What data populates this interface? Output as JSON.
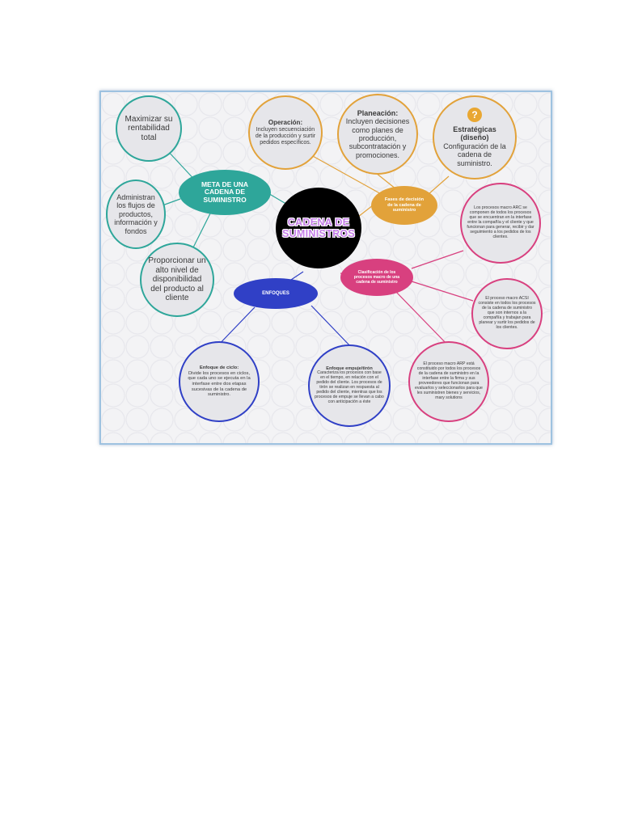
{
  "center": {
    "title": "CADENA DE SUMINISTROS"
  },
  "meta": {
    "title": "META DE UNA CADENA DE SUMINISTRO",
    "items": [
      "Maximizar su rentabilidad total",
      "Administran los flujos de productos, información y fondos",
      "Proporcionar un alto nivel de disponibilidad del producto al cliente"
    ]
  },
  "fases": {
    "title": "Fases de decisión de la cadena de suministro",
    "operacion": {
      "title": "Operación:",
      "text": "Incluyen secuenciación de la producción y surtir pedidos específicos."
    },
    "planeacion": {
      "title": "Planeación:",
      "text": "Incluyen decisiones como planes de producción, subcontratación y promociones."
    },
    "estrategicas": {
      "icon": "question-icon",
      "icon_glyph": "?",
      "title": "Estratégicas (diseño)",
      "text": "Configuración de la cadena de suministro."
    }
  },
  "clasificacion": {
    "title": "Clasificación de los procesos macro de una cadena de suministro",
    "crm": "Los procesos macro ARC se componen de todos los procesos que se encuentran en la interfase entre la compañía y el cliente y que funcionan para generar, recibir y dar seguimiento a los pedidos de los clientes.",
    "iscm": "El proceso macro ACSI consiste en todos los procesos de la cadena de suministro que son internos a la compañía y trabajan para planear y surtir los pedidos de los clientes.",
    "srm": "El proceso macro ARP está constituido por todos los procesos de la cadena de suministro en la interfase entre la firma y sus proveedores que funcionan para evaluarlos y seleccionarlos para que les suministren bienes y servicios, mary solutions"
  },
  "enfoques": {
    "title": "ENFOQUES",
    "ciclo": {
      "title": "Enfoque de ciclo:",
      "text": "Divide los procesos en ciclos, que cada uno se ejecuta en la interfase entre dos etapas sucesivas de la cadena de suministro."
    },
    "empuje": {
      "title": "Enfoque empuje/tirón",
      "text": "Caracteriza los procesos con base en el tiempo, en relación con el pedido del cliente. Los procesos de tirón se realizan en respuesta al pedido del cliente, mientras que los procesos de empuje se llevan a cabo con anticipación a éste"
    }
  },
  "colors": {
    "teal": "#2ea69a",
    "orange": "#e2a23a",
    "pink": "#d8407f",
    "blue": "#3040c6",
    "center": "#000000"
  }
}
